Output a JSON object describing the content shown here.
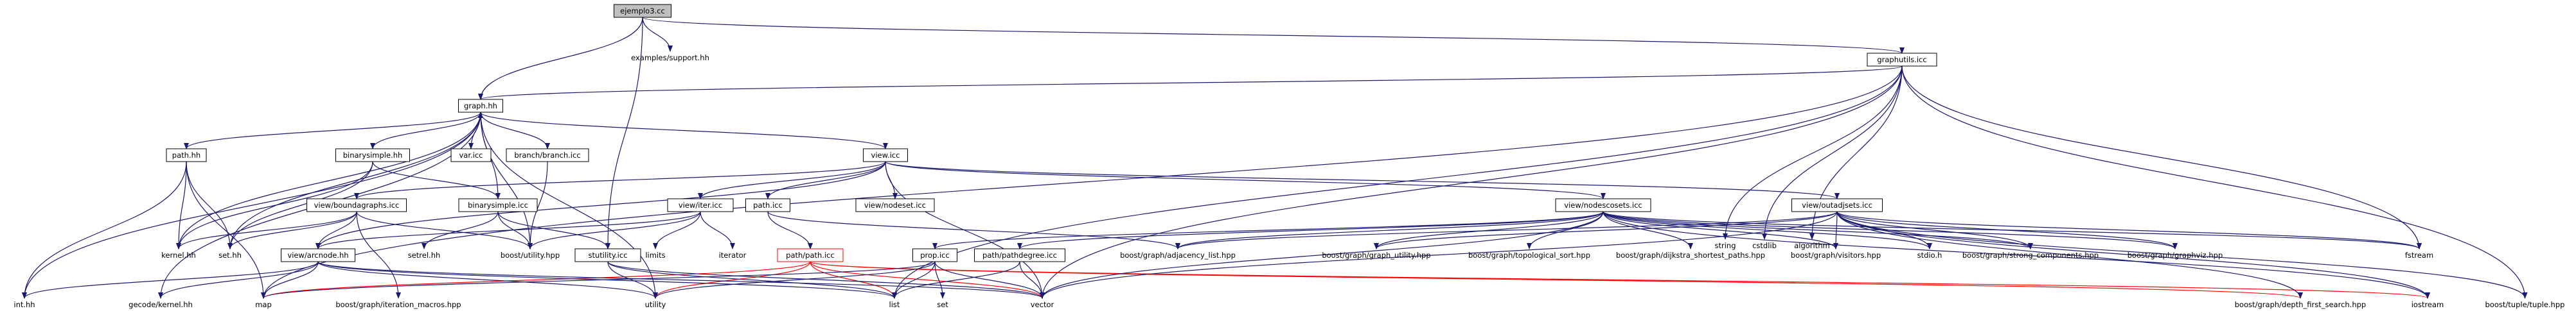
{
  "colors": {
    "edge": "#191970",
    "edge_highlight": "#ff0000",
    "root_fill": "#bfbfbf",
    "node_fill": "#ffffff",
    "node_border": "#000000"
  },
  "nodes": [
    {
      "id": "ejemplo3",
      "label": "ejemplo3.cc",
      "style": "root"
    },
    {
      "id": "support",
      "label": "examples/support.hh",
      "style": "plain"
    },
    {
      "id": "graphutils",
      "label": "graphutils.icc",
      "style": "box"
    },
    {
      "id": "string",
      "label": "string",
      "style": "plain"
    },
    {
      "id": "cstdlib",
      "label": "cstdlib",
      "style": "plain"
    },
    {
      "id": "algorithm",
      "label": "algorithm",
      "style": "plain"
    },
    {
      "id": "graph",
      "label": "graph.hh",
      "style": "box"
    },
    {
      "id": "pathhh",
      "label": "path.hh",
      "style": "box"
    },
    {
      "id": "binarysimplehh",
      "label": "binarysimple.hh",
      "style": "box"
    },
    {
      "id": "varicc",
      "label": "var.icc",
      "style": "box"
    },
    {
      "id": "branch",
      "label": "branch/branch.icc",
      "style": "box"
    },
    {
      "id": "viewicc",
      "label": "view.icc",
      "style": "box"
    },
    {
      "id": "boundagraphs",
      "label": "view/boundagraphs.icc",
      "style": "box"
    },
    {
      "id": "binarysimpleicc",
      "label": "binarysimple.icc",
      "style": "box"
    },
    {
      "id": "viewiter",
      "label": "view/iter.icc",
      "style": "box"
    },
    {
      "id": "pathicc",
      "label": "path.icc",
      "style": "box"
    },
    {
      "id": "nodeset",
      "label": "view/nodeset.icc",
      "style": "box"
    },
    {
      "id": "nodescosets",
      "label": "view/nodescosets.icc",
      "style": "box"
    },
    {
      "id": "outadjsets",
      "label": "view/outadjsets.icc",
      "style": "box"
    },
    {
      "id": "kernelhh",
      "label": "kernel.hh",
      "style": "plain"
    },
    {
      "id": "sethh",
      "label": "set.hh",
      "style": "plain"
    },
    {
      "id": "arcnode",
      "label": "view/arcnode.hh",
      "style": "box"
    },
    {
      "id": "setrelhh",
      "label": "setrel.hh",
      "style": "plain"
    },
    {
      "id": "boostutility",
      "label": "boost/utility.hpp",
      "style": "plain"
    },
    {
      "id": "stutility",
      "label": "stutility.icc",
      "style": "box"
    },
    {
      "id": "limits",
      "label": "limits",
      "style": "plain"
    },
    {
      "id": "iterator",
      "label": "iterator",
      "style": "plain"
    },
    {
      "id": "pathpath",
      "label": "path/path.icc",
      "style": "red"
    },
    {
      "id": "propicc",
      "label": "prop.icc",
      "style": "box"
    },
    {
      "id": "pathdegree",
      "label": "path/pathdegree.icc",
      "style": "box"
    },
    {
      "id": "adjlist",
      "label": "boost/graph/adjacency_list.hpp",
      "style": "plain"
    },
    {
      "id": "graphutility",
      "label": "boost/graph/graph_utility.hpp",
      "style": "plain"
    },
    {
      "id": "topsort",
      "label": "boost/graph/topological_sort.hpp",
      "style": "plain"
    },
    {
      "id": "dijkstra",
      "label": "boost/graph/dijkstra_shortest_paths.hpp",
      "style": "plain"
    },
    {
      "id": "visitors",
      "label": "boost/graph/visitors.hpp",
      "style": "plain"
    },
    {
      "id": "stdioh",
      "label": "stdio.h",
      "style": "plain"
    },
    {
      "id": "strongcomp",
      "label": "boost/graph/strong_components.hpp",
      "style": "plain"
    },
    {
      "id": "graphviz",
      "label": "boost/graph/graphviz.hpp",
      "style": "plain"
    },
    {
      "id": "fstream",
      "label": "fstream",
      "style": "plain"
    },
    {
      "id": "inthh",
      "label": "int.hh",
      "style": "plain"
    },
    {
      "id": "gecodekernel",
      "label": "gecode/kernel.hh",
      "style": "plain"
    },
    {
      "id": "map",
      "label": "map",
      "style": "plain"
    },
    {
      "id": "itermacros",
      "label": "boost/graph/iteration_macros.hpp",
      "style": "plain"
    },
    {
      "id": "utility",
      "label": "utility",
      "style": "plain"
    },
    {
      "id": "list",
      "label": "list",
      "style": "plain"
    },
    {
      "id": "set",
      "label": "set",
      "style": "plain"
    },
    {
      "id": "vector",
      "label": "vector",
      "style": "plain"
    },
    {
      "id": "dfs",
      "label": "boost/graph/depth_first_search.hpp",
      "style": "plain"
    },
    {
      "id": "iostream",
      "label": "iostream",
      "style": "plain"
    },
    {
      "id": "tuple",
      "label": "boost/tuple/tuple.hpp",
      "style": "plain"
    }
  ],
  "edges": [
    [
      "ejemplo3",
      "support"
    ],
    [
      "ejemplo3",
      "graphutils"
    ],
    [
      "ejemplo3",
      "graph"
    ],
    [
      "ejemplo3",
      "stutility"
    ],
    [
      "graphutils",
      "string"
    ],
    [
      "graphutils",
      "cstdlib"
    ],
    [
      "graphutils",
      "algorithm"
    ],
    [
      "graphutils",
      "graph"
    ],
    [
      "graphutils",
      "tuple"
    ],
    [
      "graphutils",
      "vector"
    ],
    [
      "graphutils",
      "list"
    ],
    [
      "graphutils",
      "map"
    ],
    [
      "graphutils",
      "fstream"
    ],
    [
      "graph",
      "pathhh"
    ],
    [
      "graph",
      "binarysimplehh"
    ],
    [
      "graph",
      "varicc"
    ],
    [
      "graph",
      "branch"
    ],
    [
      "graph",
      "viewicc"
    ],
    [
      "graph",
      "sethh"
    ],
    [
      "graph",
      "kernelhh"
    ],
    [
      "graph",
      "inthh"
    ],
    [
      "graph",
      "boostutility"
    ],
    [
      "graph",
      "gecodekernel"
    ],
    [
      "graph",
      "utility"
    ],
    [
      "pathhh",
      "kernelhh"
    ],
    [
      "pathhh",
      "sethh"
    ],
    [
      "pathhh",
      "inthh"
    ],
    [
      "pathhh",
      "map"
    ],
    [
      "binarysimplehh",
      "binarysimpleicc"
    ],
    [
      "binarysimplehh",
      "kernelhh"
    ],
    [
      "binarysimplehh",
      "sethh"
    ],
    [
      "binarysimpleicc",
      "boostutility"
    ],
    [
      "binarysimpleicc",
      "setrelhh"
    ],
    [
      "binarysimpleicc",
      "stutility"
    ],
    [
      "binarysimpleicc",
      "graph"
    ],
    [
      "branch",
      "boostutility"
    ],
    [
      "viewicc",
      "boundagraphs"
    ],
    [
      "viewicc",
      "viewiter"
    ],
    [
      "viewicc",
      "pathicc"
    ],
    [
      "viewicc",
      "nodeset"
    ],
    [
      "viewicc",
      "nodescosets"
    ],
    [
      "viewicc",
      "outadjsets"
    ],
    [
      "viewicc",
      "vector"
    ],
    [
      "viewicc",
      "arcnode"
    ],
    [
      "boundagraphs",
      "kernelhh"
    ],
    [
      "boundagraphs",
      "sethh"
    ],
    [
      "boundagraphs",
      "arcnode"
    ],
    [
      "boundagraphs",
      "itermacros"
    ],
    [
      "boundagraphs",
      "boostutility"
    ],
    [
      "viewiter",
      "limits"
    ],
    [
      "viewiter",
      "iterator"
    ],
    [
      "viewiter",
      "arcnode"
    ],
    [
      "viewiter",
      "boostutility"
    ],
    [
      "pathicc",
      "pathpath"
    ],
    [
      "pathicc",
      "adjlist"
    ],
    [
      "pathpath",
      "list"
    ],
    [
      "pathpath",
      "utility"
    ],
    [
      "pathpath",
      "vector"
    ],
    [
      "pathpath",
      "map"
    ],
    [
      "pathpath",
      "iostream"
    ],
    [
      "pathpath",
      "dfs"
    ],
    [
      "nodescosets",
      "adjlist"
    ],
    [
      "nodescosets",
      "graphutility"
    ],
    [
      "nodescosets",
      "topsort"
    ],
    [
      "nodescosets",
      "dijkstra"
    ],
    [
      "nodescosets",
      "visitors"
    ],
    [
      "nodescosets",
      "stdioh"
    ],
    [
      "nodescosets",
      "strongcomp"
    ],
    [
      "nodescosets",
      "graphviz"
    ],
    [
      "nodescosets",
      "fstream"
    ],
    [
      "nodescosets",
      "vector"
    ],
    [
      "nodescosets",
      "propicc"
    ],
    [
      "nodescosets",
      "pathdegree"
    ],
    [
      "nodescosets",
      "iostream"
    ],
    [
      "outadjsets",
      "adjlist"
    ],
    [
      "outadjsets",
      "graphutility"
    ],
    [
      "outadjsets",
      "visitors"
    ],
    [
      "outadjsets",
      "stdioh"
    ],
    [
      "outadjsets",
      "strongcomp"
    ],
    [
      "outadjsets",
      "graphviz"
    ],
    [
      "outadjsets",
      "fstream"
    ],
    [
      "outadjsets",
      "tuple"
    ],
    [
      "outadjsets",
      "vector"
    ],
    [
      "outadjsets",
      "dfs"
    ],
    [
      "outadjsets",
      "iostream"
    ],
    [
      "arcnode",
      "inthh"
    ],
    [
      "arcnode",
      "gecodekernel"
    ],
    [
      "arcnode",
      "map"
    ],
    [
      "arcnode",
      "vector"
    ],
    [
      "arcnode",
      "list"
    ],
    [
      "arcnode",
      "utility"
    ],
    [
      "stutility",
      "utility"
    ],
    [
      "stutility",
      "list"
    ],
    [
      "stutility",
      "vector"
    ],
    [
      "propicc",
      "list"
    ],
    [
      "propicc",
      "set"
    ],
    [
      "propicc",
      "vector"
    ],
    [
      "propicc",
      "utility"
    ],
    [
      "propicc",
      "map"
    ],
    [
      "pathdegree",
      "vector"
    ],
    [
      "pathdegree",
      "list"
    ]
  ]
}
